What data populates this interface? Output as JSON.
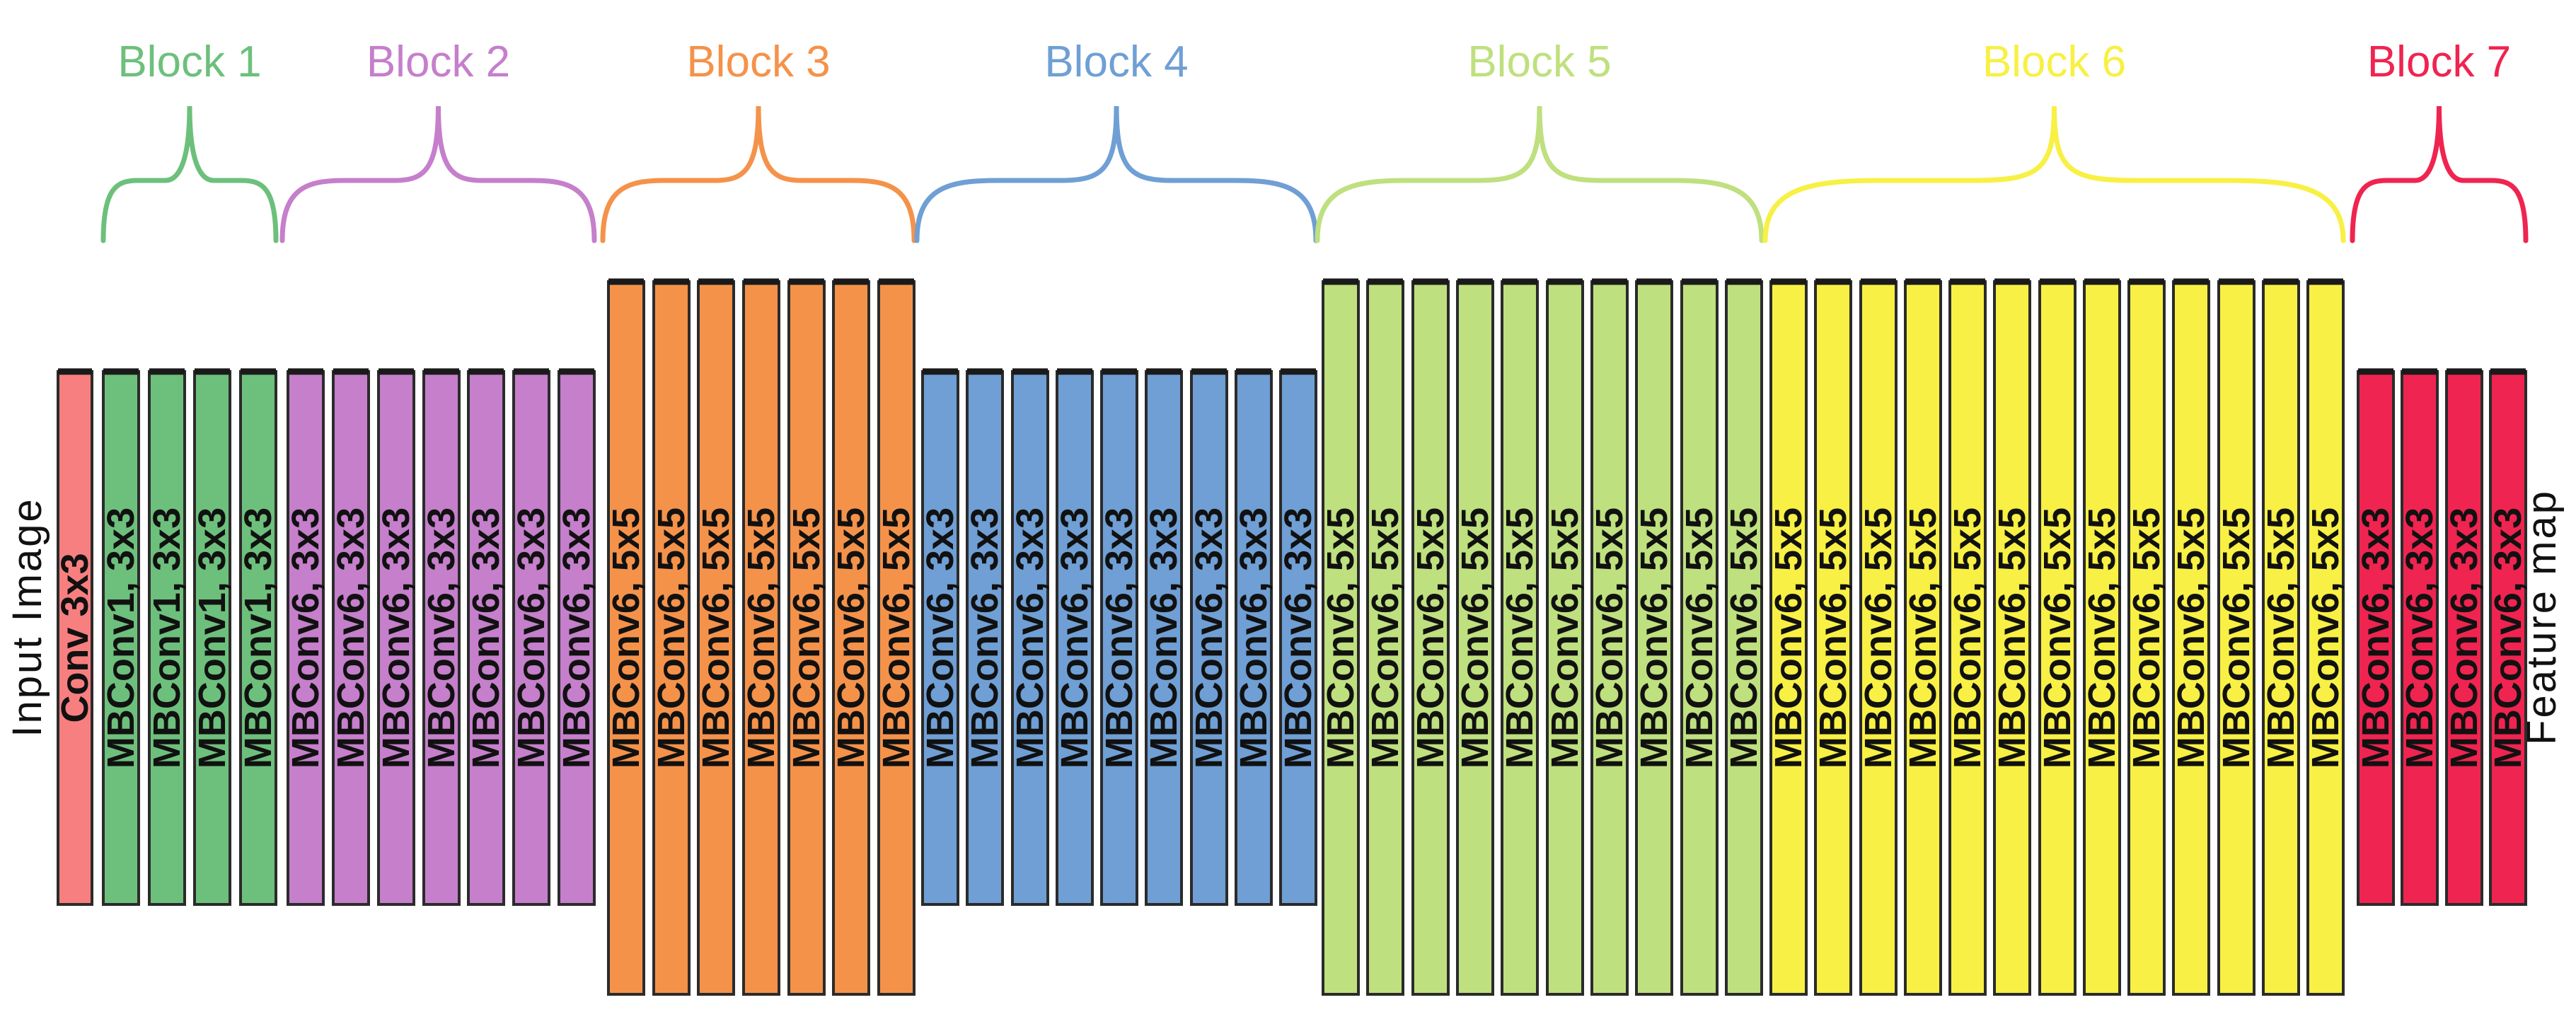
{
  "input_label": "Input Image",
  "output_label": "Feature map",
  "stem": {
    "label": "Conv 3x3",
    "color": "#f77f7f"
  },
  "blocks": [
    {
      "name": "Block 1",
      "color": "#6dc07c",
      "layers": [
        "MBConv1, 3x3",
        "MBConv1, 3x3",
        "MBConv1, 3x3",
        "MBConv1, 3x3"
      ]
    },
    {
      "name": "Block 2",
      "color": "#c57fcb",
      "layers": [
        "MBConv6, 3x3",
        "MBConv6, 3x3",
        "MBConv6, 3x3",
        "MBConv6, 3x3",
        "MBConv6, 3x3",
        "MBConv6, 3x3",
        "MBConv6, 3x3"
      ]
    },
    {
      "name": "Block 3",
      "color": "#f5924a",
      "layers": [
        "MBConv6, 5x5",
        "MBConv6, 5x5",
        "MBConv6, 5x5",
        "MBConv6, 5x5",
        "MBConv6, 5x5",
        "MBConv6, 5x5",
        "MBConv6, 5x5"
      ]
    },
    {
      "name": "Block 4",
      "color": "#6f9fd4",
      "layers": [
        "MBConv6, 3x3",
        "MBConv6, 3x3",
        "MBConv6, 3x3",
        "MBConv6, 3x3",
        "MBConv6, 3x3",
        "MBConv6, 3x3",
        "MBConv6, 3x3",
        "MBConv6, 3x3",
        "MBConv6, 3x3"
      ]
    },
    {
      "name": "Block 5",
      "color": "#bfe07e",
      "layers": [
        "MBConv6, 5x5",
        "MBConv6, 5x5",
        "MBConv6, 5x5",
        "MBConv6, 5x5",
        "MBConv6, 5x5",
        "MBConv6, 5x5",
        "MBConv6, 5x5",
        "MBConv6, 5x5",
        "MBConv6, 5x5",
        "MBConv6, 5x5"
      ]
    },
    {
      "name": "Block 6",
      "color": "#f8f044",
      "layers": [
        "MBConv6, 5x5",
        "MBConv6, 5x5",
        "MBConv6, 5x5",
        "MBConv6, 5x5",
        "MBConv6, 5x5",
        "MBConv6, 5x5",
        "MBConv6, 5x5",
        "MBConv6, 5x5",
        "MBConv6, 5x5",
        "MBConv6, 5x5",
        "MBConv6, 5x5",
        "MBConv6, 5x5",
        "MBConv6, 5x5"
      ]
    },
    {
      "name": "Block 7",
      "color": "#ef2450",
      "layers": [
        "MBConv6, 3x3",
        "MBConv6, 3x3",
        "MBConv6, 3x3",
        "MBConv6, 3x3"
      ]
    }
  ]
}
